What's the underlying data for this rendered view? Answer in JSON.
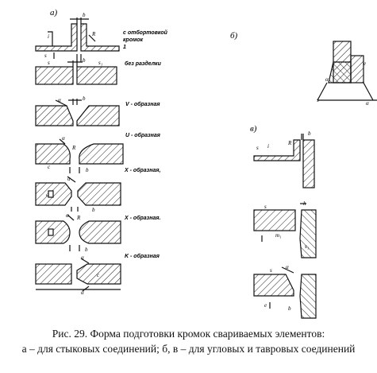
{
  "panels": {
    "a": "а)",
    "b": "б)",
    "v": "в)"
  },
  "joint_types": [
    "с отбортовкой кромок",
    "без разделки",
    "V - образная",
    "U - образная",
    "X - образная,",
    "X - образная.",
    "K - образная"
  ],
  "flange_note": "1",
  "symbols": {
    "b": "b",
    "s": "s",
    "s1": "s₁",
    "R": "R",
    "alpha": "α",
    "c": "c",
    "i": "i",
    "e": "e",
    "h": "h",
    "m1": "m₁"
  },
  "caption": {
    "line1": "Рис. 29. Форма подготовки кромок свариваемых элементов:",
    "line2": "а – для стыковых соединений; б, в – для угловых и тавровых соединений"
  }
}
